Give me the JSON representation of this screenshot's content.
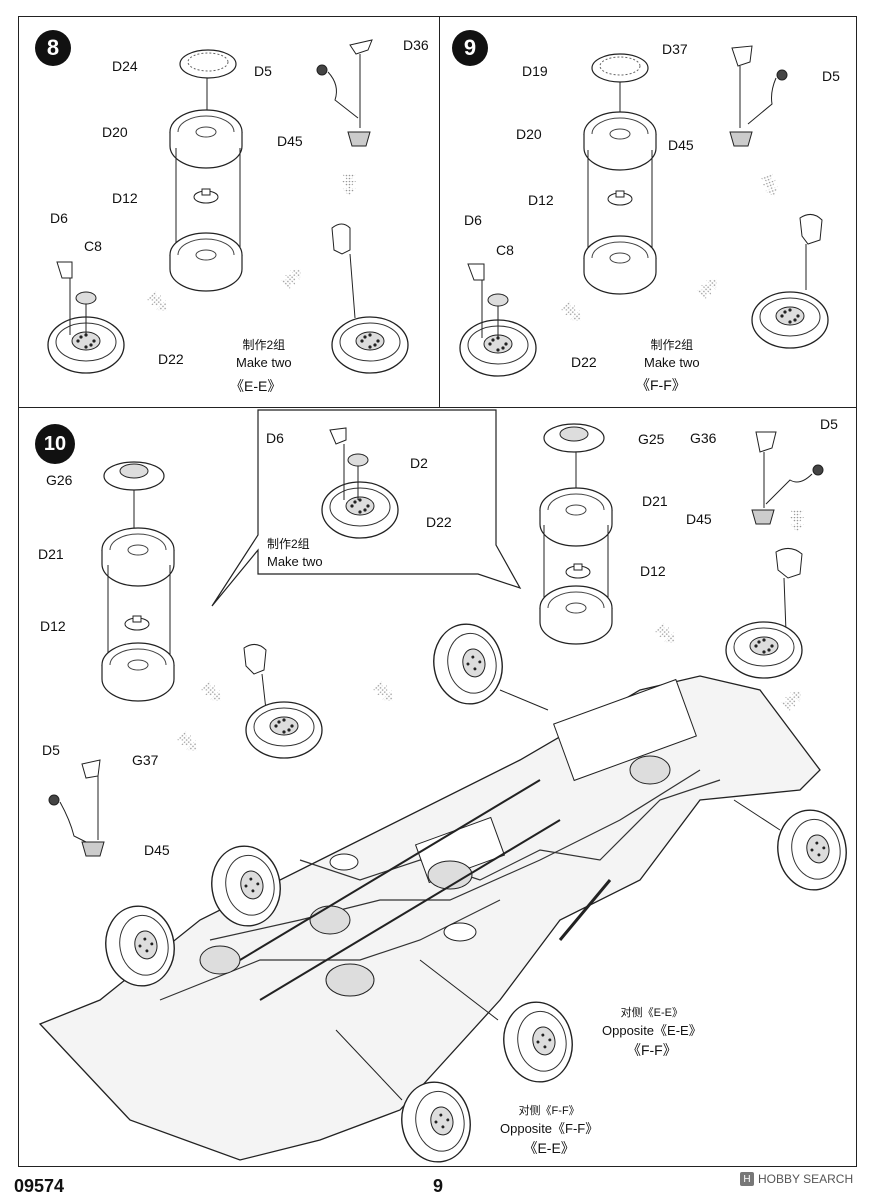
{
  "page": {
    "code": "09574",
    "number": "9",
    "watermark": "HOBBY SEARCH",
    "watermark_logo": "H"
  },
  "steps": {
    "s8": {
      "number": "8",
      "labels": {
        "d24": "D24",
        "d20": "D20",
        "d12": "D12",
        "d6": "D6",
        "c8": "C8",
        "d22": "D22",
        "d36": "D36",
        "d5": "D5",
        "d45": "D45"
      },
      "note_cn": "制作2组",
      "note_en": "Make two",
      "variant": "《E-E》"
    },
    "s9": {
      "number": "9",
      "labels": {
        "d19": "D19",
        "d20": "D20",
        "d12": "D12",
        "d6": "D6",
        "c8": "C8",
        "d22": "D22",
        "d37": "D37",
        "d5": "D5",
        "d45": "D45"
      },
      "note_cn": "制作2组",
      "note_en": "Make two",
      "variant": "《F-F》"
    },
    "s10": {
      "number": "10",
      "labels": {
        "g26": "G26",
        "d21": "D21",
        "d12": "D12",
        "d5": "D5",
        "g37": "G37",
        "d45": "D45",
        "g25": "G25",
        "d21b": "D21",
        "d12b": "D12",
        "g36": "G36",
        "d5b": "D5",
        "d45b": "D45"
      },
      "callout": {
        "d6": "D6",
        "d2": "D2",
        "d22": "D22",
        "note_cn": "制作2组",
        "note_en": "Make two"
      },
      "opposite1": {
        "cn": "对侧《E-E》",
        "en": "Opposite《E-E》",
        "variant": "《F-F》"
      },
      "opposite2": {
        "cn": "对侧《F-F》",
        "en": "Opposite《F-F》",
        "variant": "《E-E》"
      }
    }
  }
}
